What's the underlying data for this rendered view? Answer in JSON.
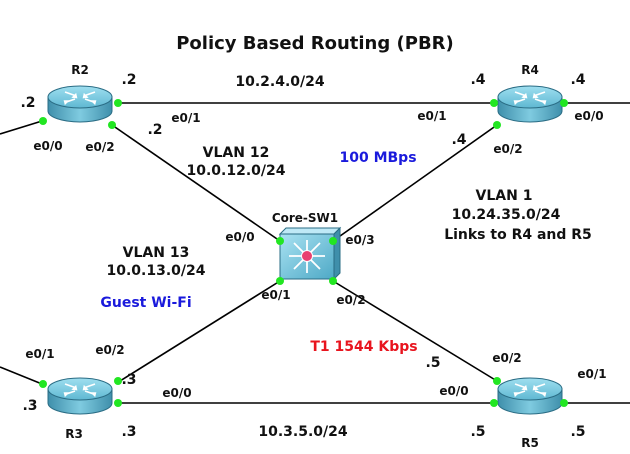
{
  "title": "Policy Based Routing (PBR)",
  "devices": {
    "r2": "R2",
    "r3": "R3",
    "r4": "R4",
    "r5": "R5",
    "core": "Core-SW1"
  },
  "networks": {
    "r2_r4": "10.2.4.0/24",
    "r3_r5": "10.3.5.0/24",
    "vlan12_name": "VLAN 12",
    "vlan12_net": "10.0.12.0/24",
    "vlan13_name": "VLAN 13",
    "vlan13_net": "10.0.13.0/24",
    "vlan1_name": "VLAN 1",
    "vlan1_net": "10.24.35.0/24",
    "vlan1_desc": "Links to R4 and R5"
  },
  "annotations": {
    "speed_fast": "100 MBps",
    "speed_slow": "T1 1544 Kbps",
    "guest": "Guest Wi-Fi"
  },
  "interfaces": {
    "r2_e0_1": "e0/1",
    "r2_e0_2": "e0/2",
    "r2_e0_0": "e0/0",
    "r4_e0_1": "e0/1",
    "r4_e0_2": "e0/2",
    "r4_e0_0": "e0/0",
    "r3_e0_1": "e0/1",
    "r3_e0_2": "e0/2",
    "r3_e0_0": "e0/0",
    "r5_e0_0": "e0/0",
    "r5_e0_2": "e0/2",
    "r5_e0_1": "e0/1",
    "sw_e0_0": "e0/0",
    "sw_e0_1": "e0/1",
    "sw_e0_2": "e0/2",
    "sw_e0_3": "e0/3"
  },
  "addresses": {
    "r2_top": ".2",
    "r2_left": ".2",
    "r2_vlan": ".2",
    "r4_left": ".4",
    "r4_right": ".4",
    "r4_vlan": ".4",
    "r3_left": ".3",
    "r3_bottom": ".3",
    "r3_vlan": ".3",
    "r5_vlan": ".5",
    "r5_left": ".5",
    "r5_right": ".5"
  }
}
